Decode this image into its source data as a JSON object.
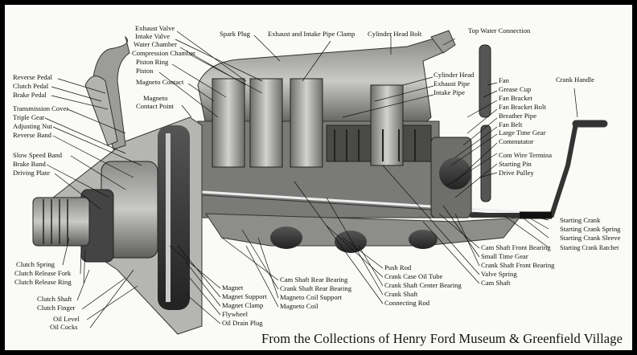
{
  "labels": {
    "exhaust_valve": "Exhaust Valve",
    "intake_valve": "Intake Valve",
    "water_chamber": "Water Chamber",
    "compression_chamber": "Compression Chamber",
    "piston_ring": "Piston Ring",
    "piston": "Piston",
    "magneto_contact": "Magneto Contact",
    "magneto_contact_point_1": "Magneto",
    "magneto_contact_point_2": "Contact Point",
    "spark_plug": "Spark Plug",
    "exhaust_intake_pipe_clamp": "Exhaust and Intake Pipe Clamp",
    "cylinder_head_bolt": "Cylinder Head Bolt",
    "top_water_connection": "Top Water Connection",
    "cylinder_head": "Cylinder Head",
    "exhaust_pipe": "Exhaust Pipe",
    "intake_pipe": "Intake Pipe",
    "fan": "Fan",
    "grease_cup": "Grease Cup",
    "fan_bracket": "Fan Bracket",
    "fan_bracket_bolt": "Fan Bracket Bolt",
    "breather_pipe": "Breather Pipe",
    "fan_belt": "Fan Belt",
    "large_time_gear": "Large Time Gear",
    "commutator": "Commutator",
    "com_wire_terminal": "Com Wire Termina",
    "starting_pin": "Starting Pin",
    "drive_pulley": "Drive Pulley",
    "crank_handle": "Crank Handle",
    "starting_crank": "Starting Crank",
    "starting_crank_spring": "Starting Crank Spring",
    "starting_crank_sleeve": "Starting Crank Sleeve",
    "starting_crank_ratchet": "Starting Crank Ratchet",
    "reverse_pedal": "Reverse Pedal",
    "clutch_pedal": "Clutch Pedal",
    "brake_pedal": "Brake Pedal",
    "transmission_cover": "Transmission Cover",
    "triple_gear": "Triple Gear",
    "adjusting_nut": "Adjusting Nut",
    "reverse_band": "Reverse Band",
    "slow_speed_band": "Slow Speed Band",
    "brake_band": "Brake Band",
    "driving_plate": "Driving Plate",
    "clutch_spring": "Clutch Spring",
    "clutch_release_fork": "Clutch Release Fork",
    "clutch_release_ring": "Clutch Release Ring",
    "clutch_shaft": "Clutch Shaft",
    "clutch_finger": "Clutch Finger",
    "oil_level": "Oil Level",
    "oil_cocks": "Oil Cocks",
    "magnet": "Magnet",
    "magnet_support": "Magnet Support",
    "magnet_clamp": "Magnet Clamp",
    "flywheel": "Flywheel",
    "oil_drain_plug": "Oil Drain Plug",
    "cam_shaft_rear_bearing": "Cam Shaft Rear Bearing",
    "crank_shaft_rear_bearing": "Crank Shaft Rear Bearing",
    "magneto_coil_support": "Magneto Coil Support",
    "magneto_coil": "Magneto Coil",
    "push_rod": "Push Rod",
    "crank_case_oil_tube": "Crank Case Oil Tube",
    "crank_shaft_center_bearing": "Crank Shaft Center Bearing",
    "crank_shaft": "Crank Shaft",
    "connecting_rod": "Connecting Rod",
    "cam_shaft_front_bearing": "Cam Shaft Front Bearing",
    "small_time_gear": "Small Time Gear",
    "crank_shaft_front_bearing": "Crank Shaft Front Bearing",
    "valve_spring": "Valve Spring",
    "cam_shaft": "Cam Shaft"
  },
  "caption": "From the Collections of Henry Ford Museum & Greenfield Village"
}
